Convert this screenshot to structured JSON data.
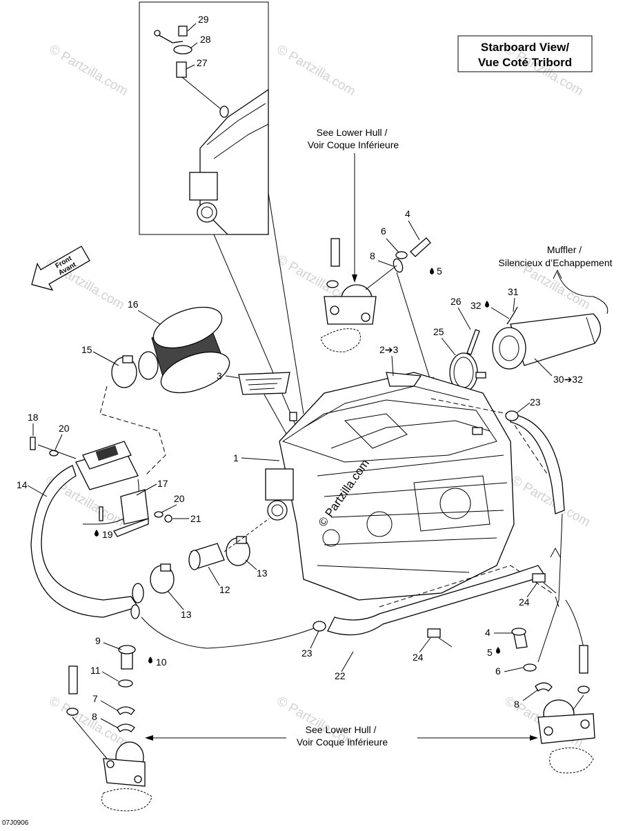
{
  "view_title": {
    "line1": "Starboard View/",
    "line2": "Vue Coté Tribord"
  },
  "front_badge": {
    "line1": "Front",
    "line2": "Avant"
  },
  "notes": {
    "lower_hull_top_1": "See Lower Hull /",
    "lower_hull_top_2": "Voir Coque Inférieure",
    "muffler_1": "Muffler /",
    "muffler_2": "Silencieux d’Echappement",
    "lower_hull_bottom_1": "See Lower Hull /",
    "lower_hull_bottom_2": "Voir Coque Inférieure"
  },
  "callouts": {
    "c29": "29",
    "c28": "28",
    "c27": "27",
    "c4a": "4",
    "c6a": "6",
    "c8a": "8",
    "c5a": "5",
    "c31": "31",
    "c32": "32",
    "c26": "26",
    "c25": "25",
    "c2to3": "2➔3",
    "c3": "3",
    "c16": "16",
    "c15": "15",
    "c30to32": "30➔32",
    "c23a": "23",
    "c18": "18",
    "c20a": "20",
    "c1": "1",
    "c14": "14",
    "c17": "17",
    "c20b": "20",
    "c21": "21",
    "c19": "19",
    "c13a": "13",
    "c12": "12",
    "c13b": "13",
    "c24a": "24",
    "c9": "9",
    "c10": "10",
    "c23b": "23",
    "c24b": "24",
    "c4b": "4",
    "c5b": "5",
    "c6b": "6",
    "c11": "11",
    "c22": "22",
    "c7": "7",
    "c8b": "8",
    "c8c": "8"
  },
  "watermark": "© Partzilla.com",
  "engine_watermark": "© Partzilla.com",
  "diagram_code": "07J0906",
  "icons": {
    "sealant": "liquid-drop-icon",
    "front_arrow": "front-arrow-icon"
  }
}
